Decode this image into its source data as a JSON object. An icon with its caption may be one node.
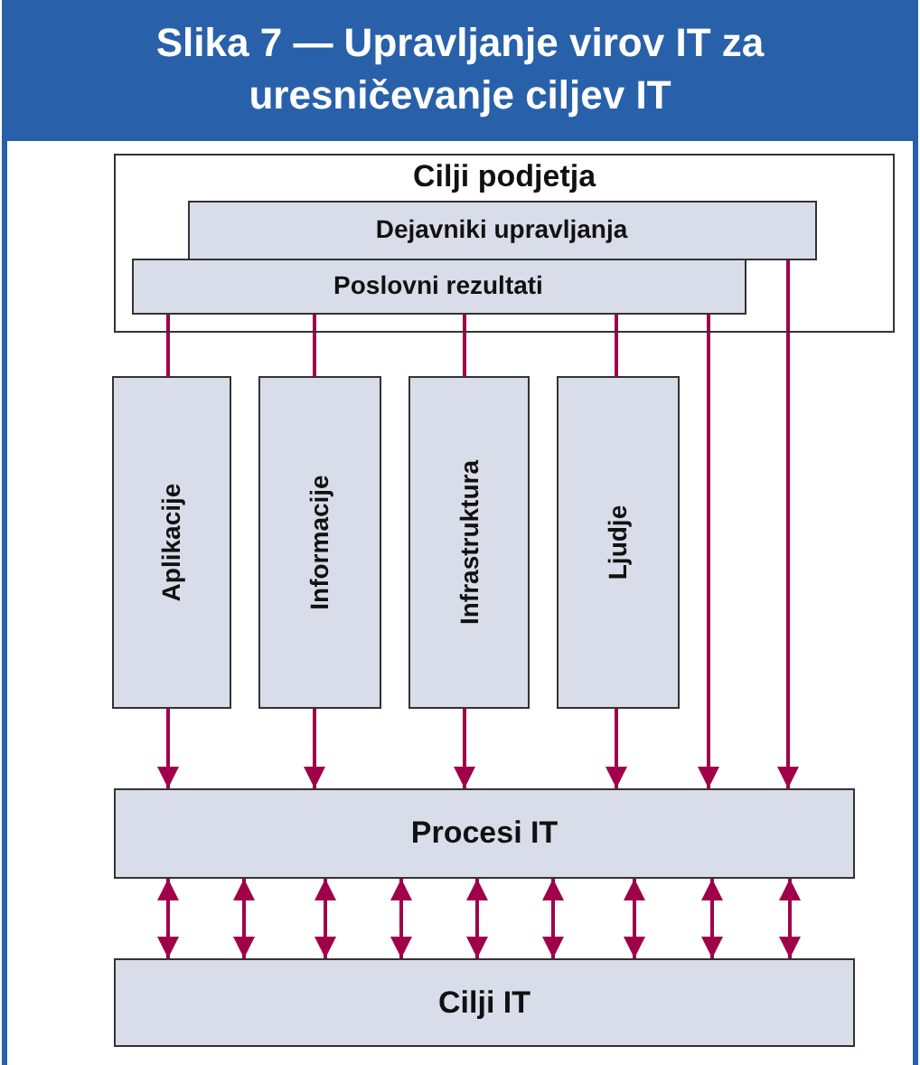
{
  "diagram": {
    "title": "Slika 7 — Upravljanje virov IT za uresničevanje ciljev IT",
    "nodes": [
      {
        "text": [
          "Cilji podjetja"
        ]
      },
      {
        "text": [
          "Dejavniki upravljanja"
        ],
        "in": 0
      },
      {
        "text": [
          "Poslovni rezultati"
        ],
        "in": 0
      },
      {
        "text": [
          "Aplikacije"
        ]
      },
      {
        "text": [
          "Informacije"
        ]
      },
      {
        "text": [
          "Infrastruktura"
        ]
      },
      {
        "text": [
          "Ljudje"
        ]
      },
      {
        "text": [
          "Procesi IT"
        ]
      },
      {
        "text": [
          "Cilji IT"
        ]
      }
    ],
    "edges": [
      {
        "from": 2,
        "to": 3,
        "arrow": "none"
      },
      {
        "from": 2,
        "to": 4,
        "arrow": "none"
      },
      {
        "from": 2,
        "to": 5,
        "arrow": "none"
      },
      {
        "from": 2,
        "to": 6,
        "arrow": "none"
      },
      {
        "from": 3,
        "to": 7,
        "arrow": "to"
      },
      {
        "from": 4,
        "to": 7,
        "arrow": "to"
      },
      {
        "from": 5,
        "to": 7,
        "arrow": "to"
      },
      {
        "from": 6,
        "to": 7,
        "arrow": "to"
      },
      {
        "from": 2,
        "to": 7,
        "arrow": "to"
      },
      {
        "from": 1,
        "to": 7,
        "arrow": "to"
      },
      {
        "from": 7,
        "to": 8,
        "arrow": "both"
      },
      {
        "from": 7,
        "to": 8,
        "arrow": "both"
      },
      {
        "from": 7,
        "to": 8,
        "arrow": "both"
      },
      {
        "from": 7,
        "to": 8,
        "arrow": "both"
      },
      {
        "from": 7,
        "to": 8,
        "arrow": "both"
      },
      {
        "from": 7,
        "to": 8,
        "arrow": "both"
      },
      {
        "from": 7,
        "to": 8,
        "arrow": "both"
      },
      {
        "from": 7,
        "to": 8,
        "arrow": "both"
      },
      {
        "from": 7,
        "to": 8,
        "arrow": "both"
      }
    ]
  }
}
